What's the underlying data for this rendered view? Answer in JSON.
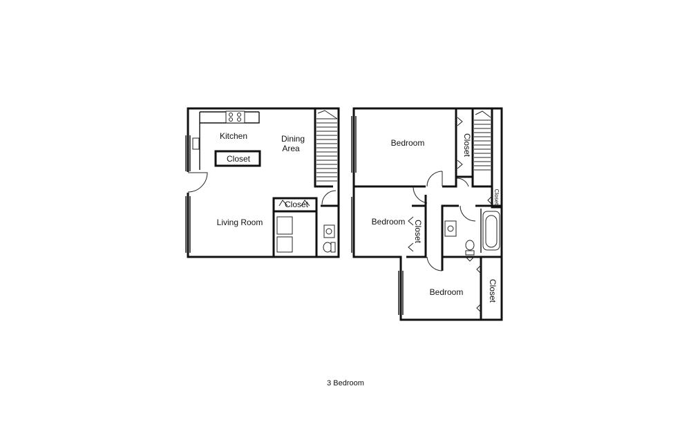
{
  "caption": "3 Bedroom",
  "first_floor": {
    "kitchen": "Kitchen",
    "dining_line1": "Dining",
    "dining_line2": "Area",
    "kitchen_closet": "Closet",
    "living_room": "Living Room",
    "entry_closet": "Closet"
  },
  "second_floor": {
    "bedroom_top": "Bedroom",
    "bedroom_top_closet": "Closet",
    "bedroom_left": "Bedroom",
    "bedroom_left_closet": "Closet",
    "bedroom_bottom": "Bedroom",
    "bedroom_bottom_closet": "Closet",
    "hall_closet": "Closet"
  }
}
